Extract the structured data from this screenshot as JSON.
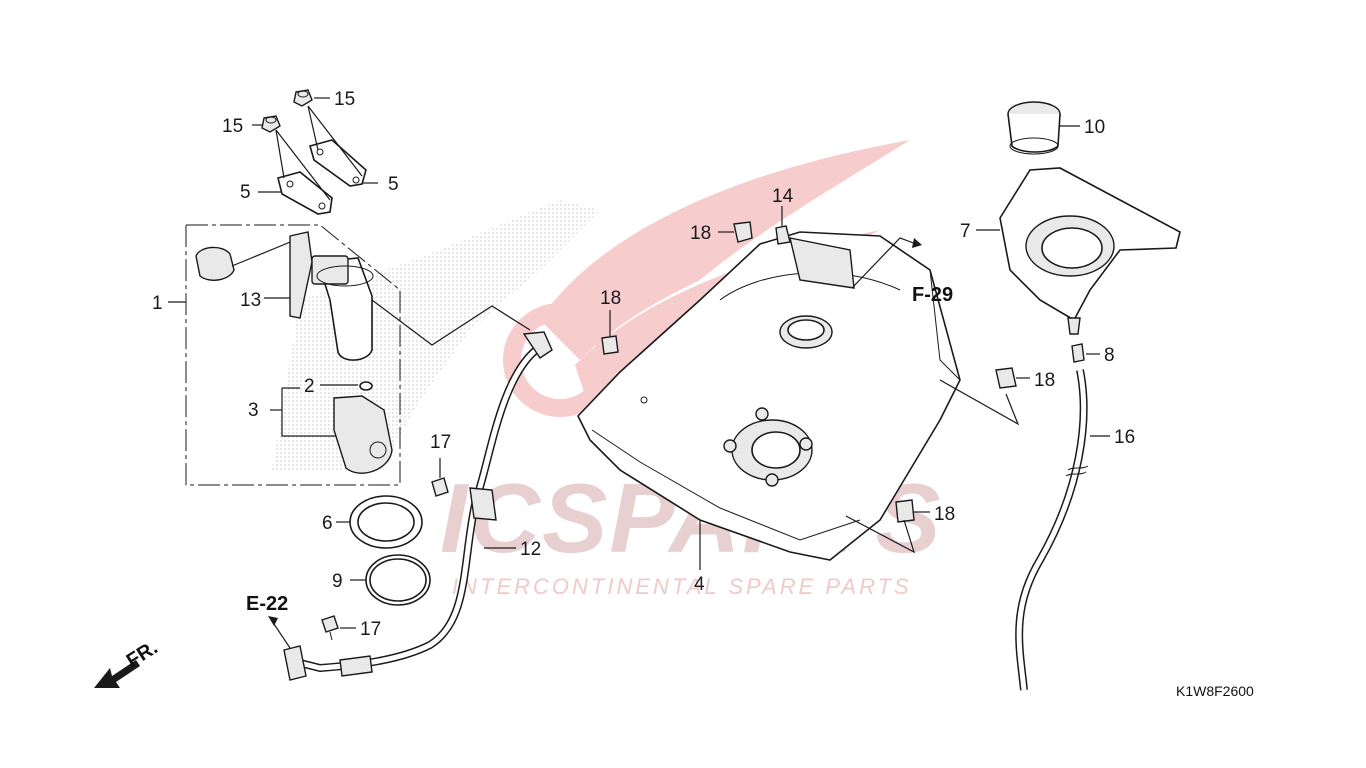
{
  "diagram": {
    "drawing_code": "K1W8F2600",
    "front_indicator": "FR.",
    "references": [
      {
        "id": "ref-f29",
        "text": "F-29"
      },
      {
        "id": "ref-e22",
        "text": "E-22"
      }
    ],
    "callouts": [
      {
        "id": "c1",
        "text": "1"
      },
      {
        "id": "c2",
        "text": "2"
      },
      {
        "id": "c3",
        "text": "3"
      },
      {
        "id": "c4",
        "text": "4"
      },
      {
        "id": "c5a",
        "text": "5"
      },
      {
        "id": "c5b",
        "text": "5"
      },
      {
        "id": "c6",
        "text": "6"
      },
      {
        "id": "c7",
        "text": "7"
      },
      {
        "id": "c8",
        "text": "8"
      },
      {
        "id": "c9",
        "text": "9"
      },
      {
        "id": "c10",
        "text": "10"
      },
      {
        "id": "c12",
        "text": "12"
      },
      {
        "id": "c13",
        "text": "13"
      },
      {
        "id": "c14",
        "text": "14"
      },
      {
        "id": "c15a",
        "text": "15"
      },
      {
        "id": "c15b",
        "text": "15"
      },
      {
        "id": "c16",
        "text": "16"
      },
      {
        "id": "c17a",
        "text": "17"
      },
      {
        "id": "c17b",
        "text": "17"
      },
      {
        "id": "c18a",
        "text": "18"
      },
      {
        "id": "c18b",
        "text": "18"
      },
      {
        "id": "c18c",
        "text": "18"
      },
      {
        "id": "c18d",
        "text": "18"
      }
    ]
  },
  "watermark": {
    "brand": "ICSPARTS",
    "tagline": "INTERCONTINENTAL SPARE PARTS"
  }
}
